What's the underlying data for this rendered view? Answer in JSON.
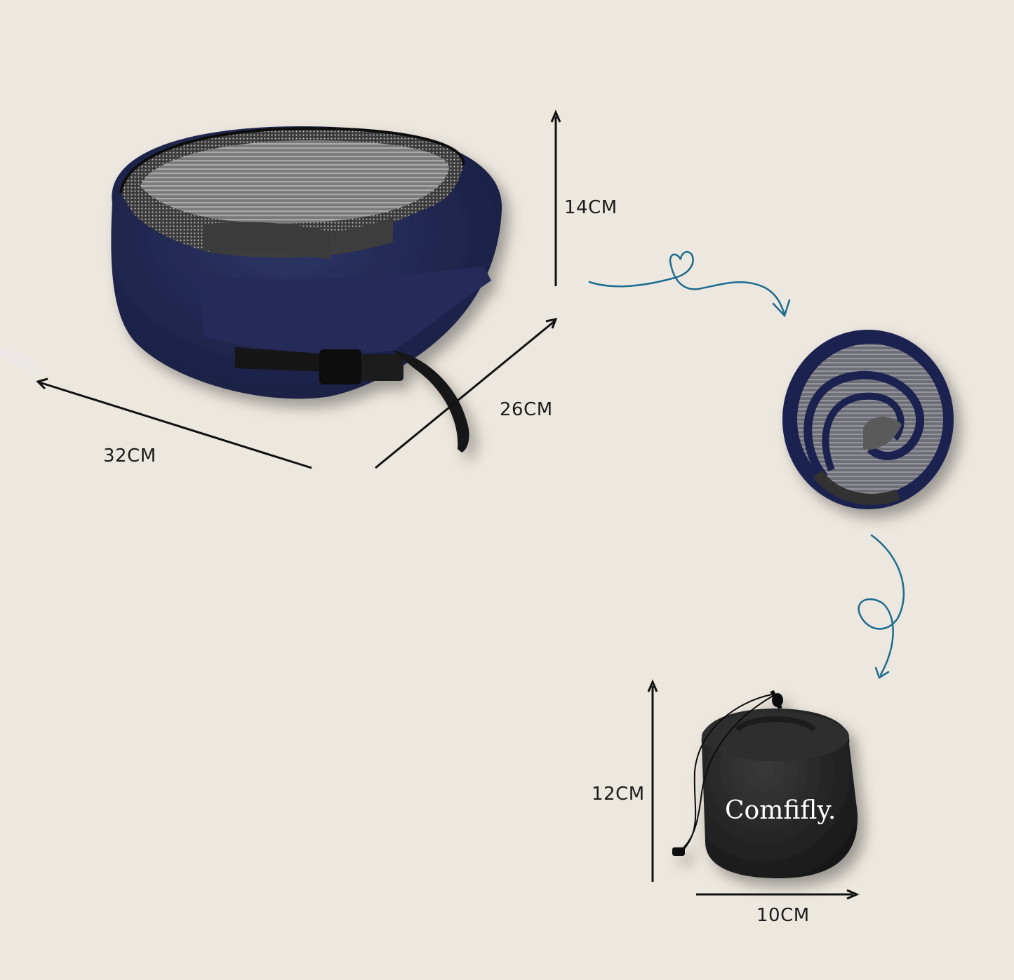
{
  "brand": "Comfifly.",
  "dimensions": {
    "pillow_height": "14CM",
    "pillow_depth": "26CM",
    "pillow_width": "32CM",
    "bag_height": "12CM",
    "bag_width": "10CM"
  },
  "colors": {
    "background": "#ede8df",
    "navy": "#1f2550",
    "mesh_gray": "#8a8a8a",
    "bag_black": "#262626",
    "flow_arrow": "#1d6b8e",
    "dimension_line": "#111111"
  },
  "icons": [
    "heart-loop-arrow",
    "loop-arrow",
    "dimension-arrow"
  ]
}
